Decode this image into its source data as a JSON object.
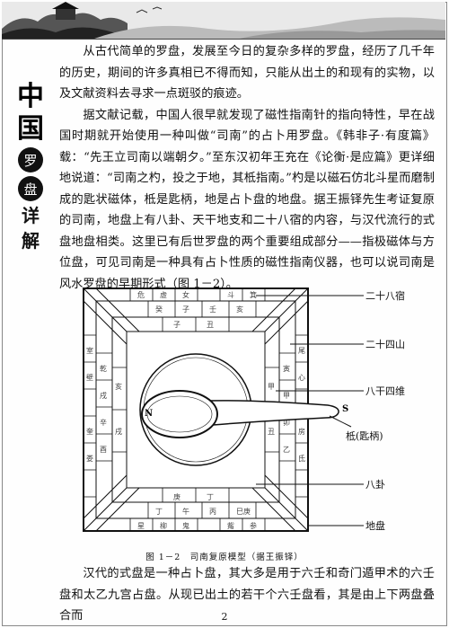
{
  "side_title": {
    "chars": [
      "中",
      "国"
    ],
    "seal": "罗",
    "seal2": "盘",
    "chars2": [
      "详",
      "解"
    ]
  },
  "paragraphs": [
    "从古代简单的罗盘，发展至今日的复杂多样的罗盘，经历了几千年的历史，期间的许多真相已不得而知，只能从出土的和现有的实物，以及文献资料去寻求一点斑驳的痕迹。",
    "据文献记载，中国人很早就发现了磁性指南针的指向特性，早在战国时期就开始使用一种叫做“司南”的占卜用罗盘。《韩非子·有度篇》载：“先王立司南以端朝夕。”至东汉初年王充在《论衡·是应篇》更详细地说道：“司南之杓，投之于地，其柢指南。”杓是以磁石仿北斗星而磨制成的匙状磁体，柢是匙柄，地是占卜盘的地盘。据王振铎先生考证复原的司南，地盘上有八卦、天干地支和二十八宿的内容，与汉代流行的式盘地盘相类。这里已有后世罗盘的两个重要组成部分——指极磁体与方位盘，可见司南是一种具有占卜性质的磁性指南仪器，也可以说司南是风水罗盘的早期形式（图 1－2）。"
  ],
  "figure": {
    "labels": {
      "twenty_eight": "二十八宿",
      "twenty_four": "二十四山",
      "eight_four": "八干四维",
      "spoon_handle": "柢(匙柄)",
      "bagua": "八卦",
      "earth_plate": "地盘",
      "north": "N",
      "south": "S"
    },
    "caption": "图 1－2　司南复原模型（据王振铎）"
  },
  "bottom_paragraph": "汉代的式盘是一种占卜盘，其大多是用于六壬和奇门遁甲术的六壬盘和太乙九宫占盘。从现已出土的若干个六壬盘看，其是由上下两盘叠合而",
  "page_number": "2"
}
